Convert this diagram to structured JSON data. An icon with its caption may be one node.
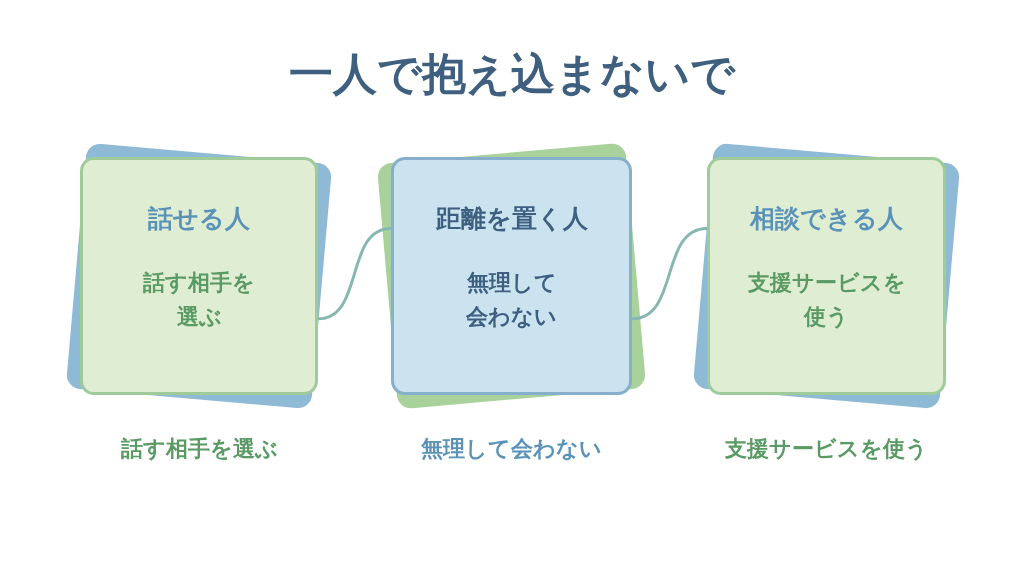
{
  "diagram": {
    "title": "一人で抱え込まないで",
    "nodes": [
      {
        "text": [
          "話せる人",
          "話す相手を選ぶ"
        ],
        "beside": [
          "話す相手を選ぶ"
        ]
      },
      {
        "text": [
          "距離を置く人",
          "無理して会わない"
        ],
        "beside": [
          "無理して会わない"
        ]
      },
      {
        "text": [
          "相談できる人",
          "支援サービスを使う"
        ],
        "beside": [
          "支援サービスを使う"
        ]
      }
    ],
    "edges": [
      {
        "from": 0,
        "to": 1,
        "arrow": "none"
      },
      {
        "from": 1,
        "to": 2,
        "arrow": "none"
      }
    ]
  }
}
